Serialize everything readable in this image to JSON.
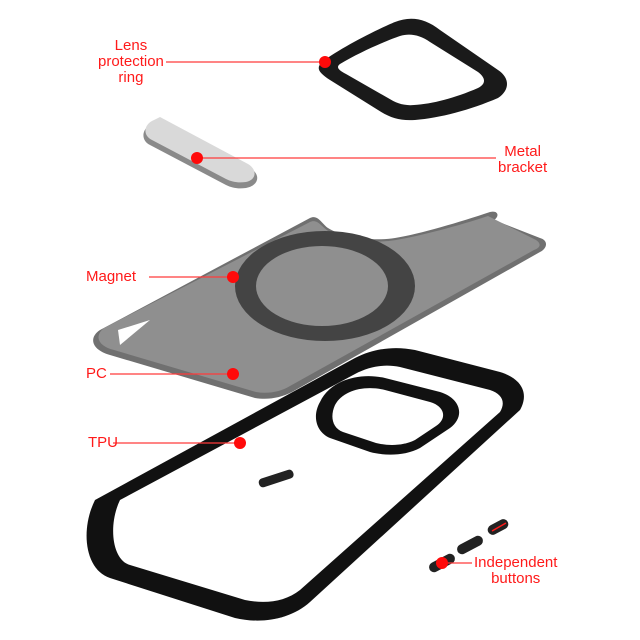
{
  "diagram": {
    "type": "exploded-view",
    "accent_color": "#ff1a1a",
    "components": [
      {
        "id": "lens-ring",
        "label_lines": [
          "Lens",
          "protection",
          "ring"
        ]
      },
      {
        "id": "metal-bracket",
        "label_lines": [
          "Metal",
          "bracket"
        ]
      },
      {
        "id": "magnet",
        "label_lines": [
          "Magnet"
        ]
      },
      {
        "id": "pc",
        "label_lines": [
          "PC"
        ]
      },
      {
        "id": "tpu",
        "label_lines": [
          "TPU"
        ]
      },
      {
        "id": "buttons",
        "label_lines": [
          "Independent",
          "buttons"
        ]
      }
    ]
  }
}
